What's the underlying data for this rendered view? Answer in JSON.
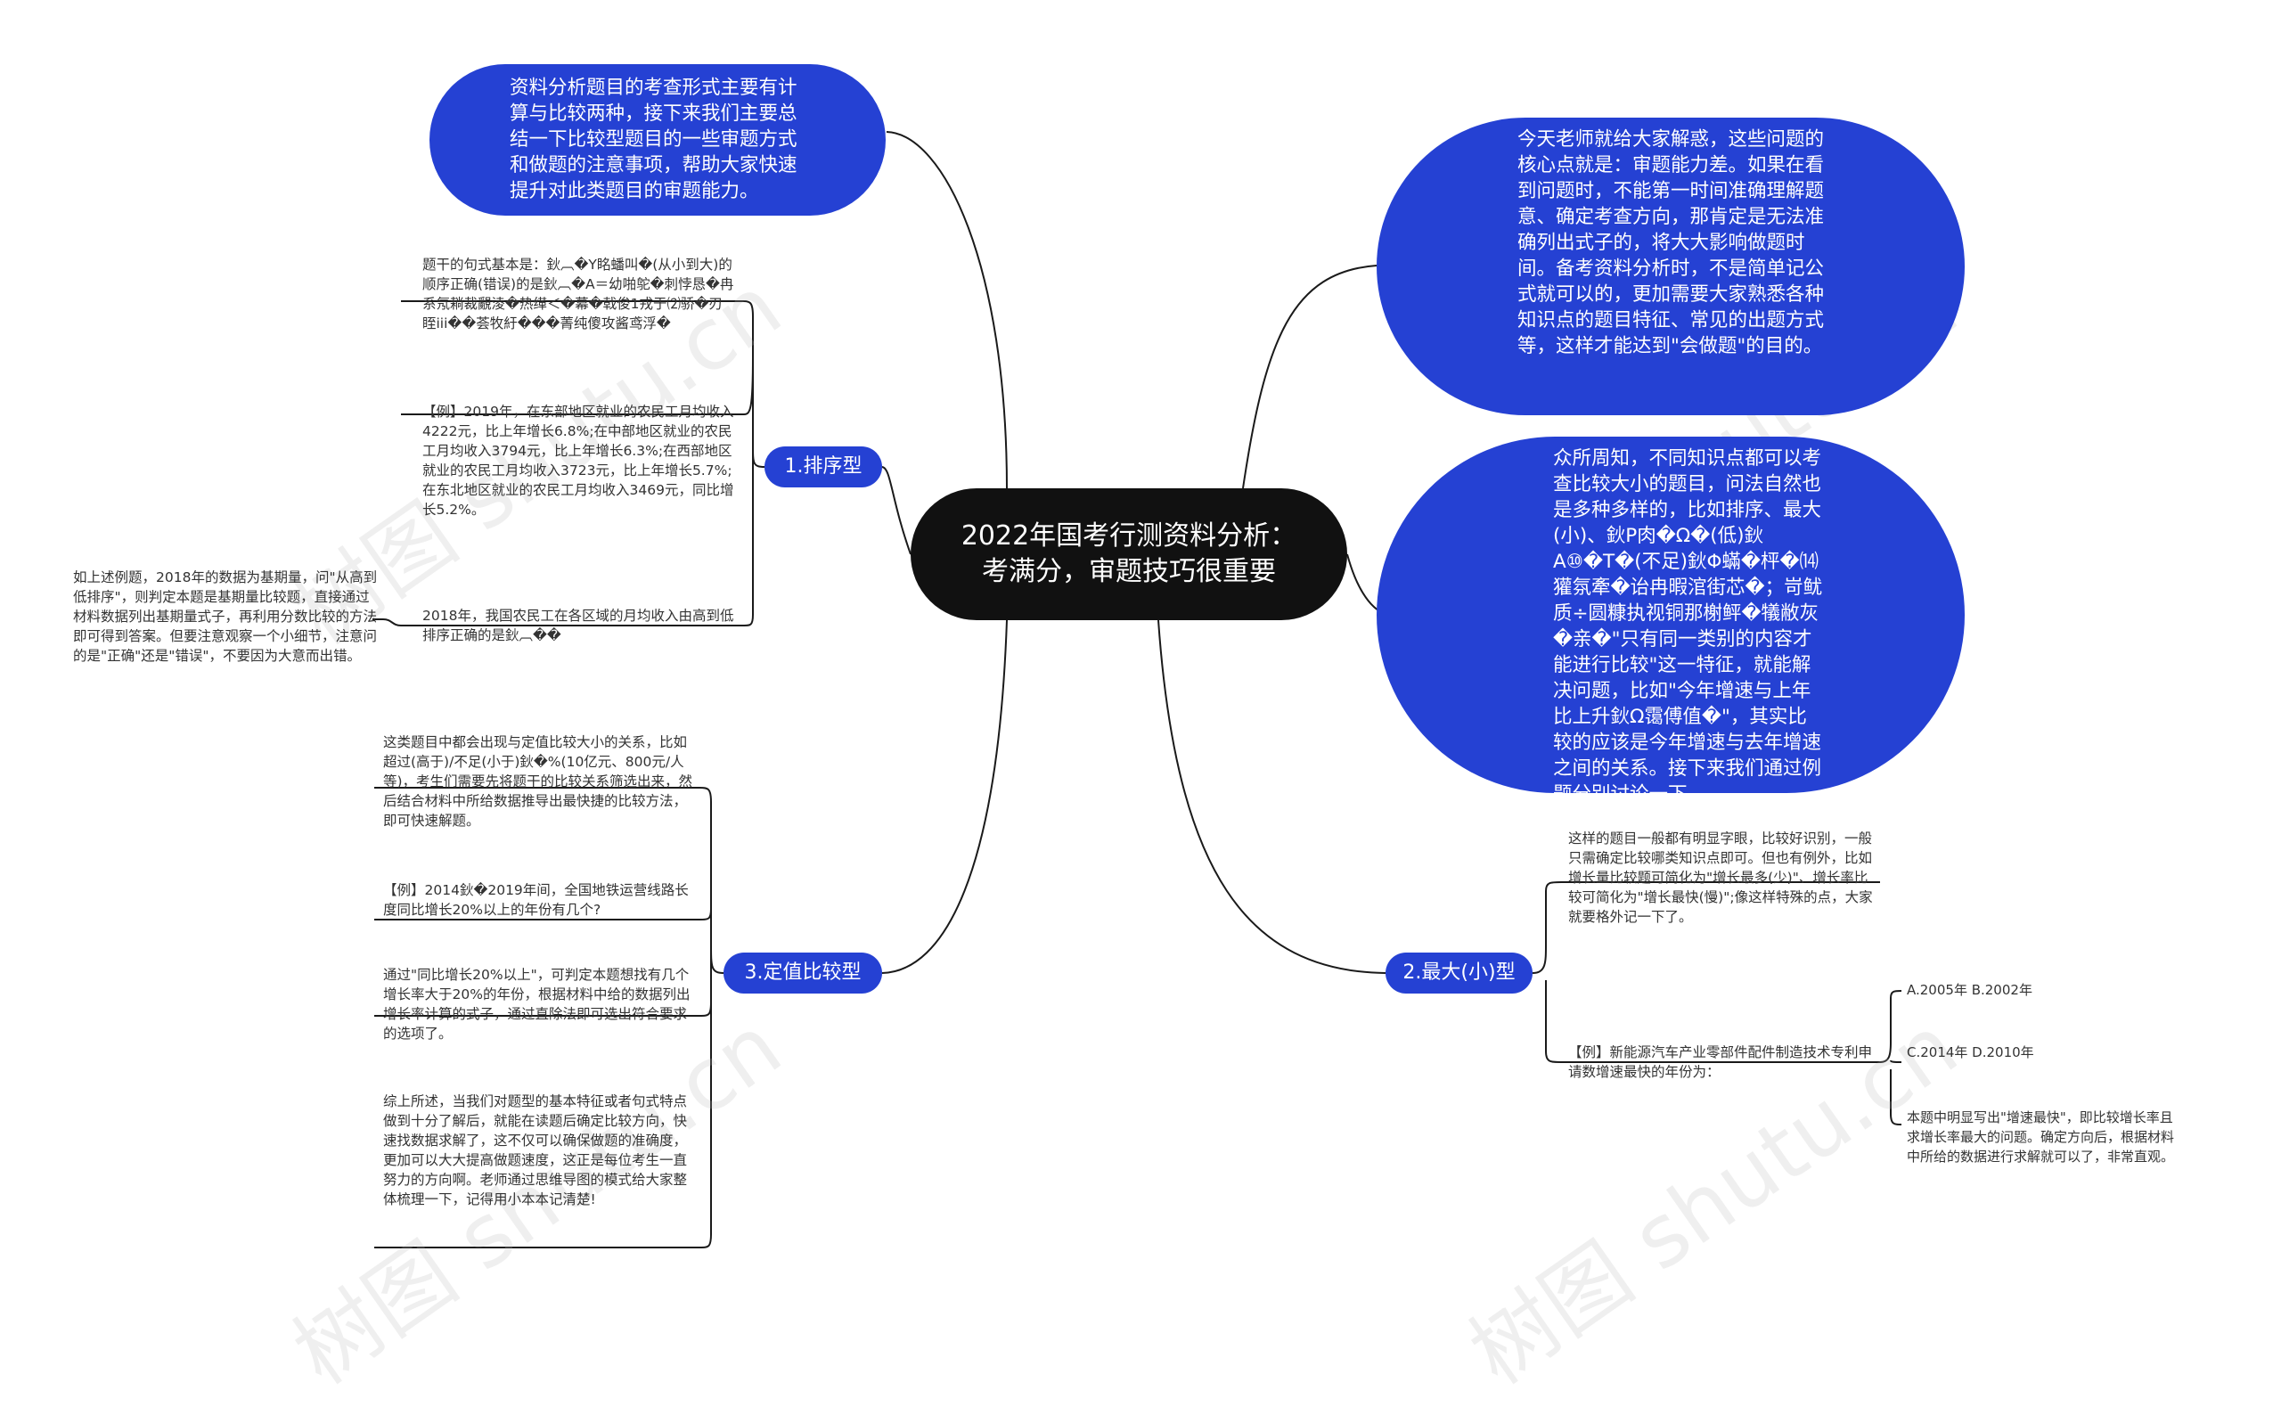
{
  "diagram": {
    "type": "mind-map",
    "root": {
      "label": "2022年国考行测资料分析：考满分，审题技巧很重要"
    },
    "intro_left": "资料分析题目的考查形式主要有计算与比较两种，接下来我们主要总结一下比较型题目的一些审题方式和做题的注意事项，帮助大家快速提升对此类题目的审题能力。",
    "intro_right_1": "今天老师就给大家解惑，这些问题的核心点就是：审题能力差。如果在看到问题时，不能第一时间准确理解题意、确定考查方向，那肯定是无法准确列出式子的，将大大影响做题时间。备考资料分析时，不是简单记公式就可以的，更加需要大家熟悉各种知识点的题目特征、常见的出题方式等，这样才能达到\"会做题\"的目的。",
    "intro_right_2": "众所周知，不同知识点都可以考查比较大小的题目，问法自然也是多种多样的，比如排序、最大(小)、鈥P肉�Ω�(低)鈥A⑩�T�(不足)鈥Φ蟎�枰�⒁獾氛牽�诒冉暇涫街芯�；岢鱿质÷圆糠执视铜那榭鲆�犠敝灰�亲�\"只有同一类别的内容才能进行比较\"这一特征，就能解决问题，比如\"今年增速与上年比上升鈥Ω霭傅值�\"，其实比较的应该是今年增速与去年增速之间的关系。接下来我们通过例题分别讨论一下。",
    "branch1": {
      "label": "1.排序型",
      "leaf1": "题干的句式基本是：鈥︹�Y眳蟠叫�(从小到大)的顺序正确(错误)的是鈥︹�A＝幼啪鸵�刺悖恳�冉系氖耥裁覶淩�热缂＜�幕�戟俊1戎于⑵骄�刃眰iii��荟牧紆���菁纯傻攻酱鸢浮�",
      "leaf2": "【例】2019年，在东部地区就业的农民工月均收入4222元，比上年增长6.8%;在中部地区就业的农民工月均收入3794元，比上年增长6.3%;在西部地区就业的农民工月均收入3723元，比上年增长5.7%;在东北地区就业的农民工月均收入3469元，同比增长5.2%。",
      "leaf3": "2018年，我国农民工在各区域的月均收入由高到低排序正确的是鈥︹��",
      "leaf3_note": "如上述例题，2018年的数据为基期量，问\"从高到低排序\"，则判定本题是基期量比较题，直接通过材料数据列出基期量式子，再利用分数比较的方法即可得到答案。但要注意观察一个小细节，注意问的是\"正确\"还是\"错误\"，不要因为大意而出错。"
    },
    "branch2": {
      "label": "2.最大(小)型",
      "leaf1": "这样的题目一般都有明显字眼，比较好识别，一般只需确定比较哪类知识点即可。但也有例外，比如增长量比较题可简化为\"增长最多(少)\"、增长率比较可简化为\"增长最快(慢)\";像这样特殊的点，大家就要格外记一下了。",
      "leaf2": "【例】新能源汽车产业零部件配件制造技术专利申请数增速最快的年份为：",
      "options_ab": "A.2005年 B.2002年",
      "options_cd": "C.2014年 D.2010年",
      "explain": "本题中明显写出\"增速最快\"，即比较增长率且求增长率最大的问题。确定方向后，根据材料中所给的数据进行求解就可以了，非常直观。"
    },
    "branch3": {
      "label": "3.定值比较型",
      "leaf1": "这类题目中都会出现与定值比较大小的关系，比如超过(高于)/不足(小于)鈥�%(10亿元、800元/人等)，考生们需要先将题干的比较关系筛选出来，然后结合材料中所给数据推导出最快捷的比较方法，即可快速解题。",
      "leaf2": "【例】2014鈥�2019年间，全国地铁运营线路长度同比增长20%以上的年份有几个?",
      "leaf3": "通过\"同比增长20%以上\"，可判定本题想找有几个增长率大于20%的年份，根据材料中给的数据列出增长率计算的式子，通过直除法即可选出符合要求的选项了。",
      "leaf4": "综上所述，当我们对题型的基本特征或者句式特点做到十分了解后，就能在读题后确定比较方向，快速找数据求解了，这不仅可以确保做题的准确度，更加可以大大提高做题速度，这正是每位考生一直努力的方向啊。老师通过思维导图的模式给大家整体梳理一下，记得用小本本记清楚!"
    },
    "watermark": "树图 shutu.cn",
    "colors": {
      "root_bg": "#111111",
      "node_bg": "#2541d3",
      "edge": "#1a1a1a"
    }
  }
}
